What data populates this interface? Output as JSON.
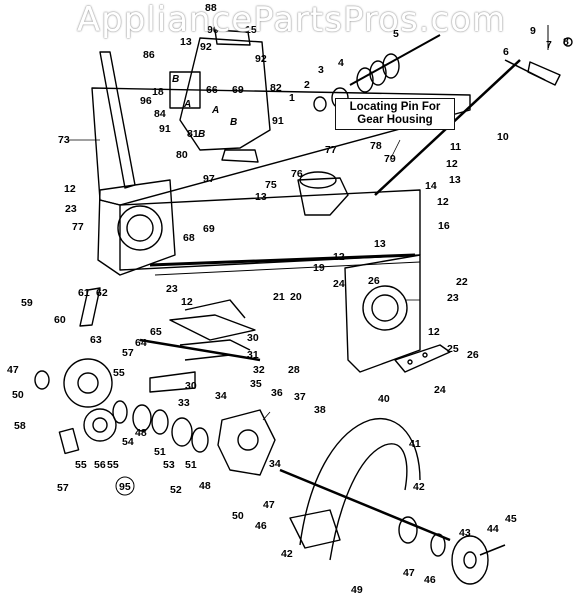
{
  "watermark": "AppliancePartsPros.com",
  "callout": {
    "line1": "Locating Pin For",
    "line2": "Gear Housing"
  },
  "part_labels": [
    {
      "id": "88",
      "text": "88"
    },
    {
      "id": "13a",
      "text": "13"
    },
    {
      "id": "90",
      "text": "90"
    },
    {
      "id": "15",
      "text": "15"
    },
    {
      "id": "92a",
      "text": "92"
    },
    {
      "id": "92b",
      "text": "92"
    },
    {
      "id": "86",
      "text": "86"
    },
    {
      "id": "18",
      "text": "18"
    },
    {
      "id": "96",
      "text": "96"
    },
    {
      "id": "84",
      "text": "84"
    },
    {
      "id": "66",
      "text": "66"
    },
    {
      "id": "69",
      "text": "69"
    },
    {
      "id": "82",
      "text": "82"
    },
    {
      "id": "91a",
      "text": "91"
    },
    {
      "id": "91b",
      "text": "91"
    },
    {
      "id": "80",
      "text": "80"
    },
    {
      "id": "97",
      "text": "97"
    },
    {
      "id": "B1",
      "text": "B"
    },
    {
      "id": "B2",
      "text": "B"
    },
    {
      "id": "B3",
      "text": "B"
    },
    {
      "id": "A1",
      "text": "A"
    },
    {
      "id": "A2",
      "text": "A"
    },
    {
      "id": "81",
      "text": "81"
    },
    {
      "id": "1",
      "text": "1"
    },
    {
      "id": "2",
      "text": "2"
    },
    {
      "id": "3",
      "text": "3"
    },
    {
      "id": "4",
      "text": "4"
    },
    {
      "id": "5",
      "text": "5"
    },
    {
      "id": "9",
      "text": "9"
    },
    {
      "id": "7",
      "text": "7"
    },
    {
      "id": "8",
      "text": "8"
    },
    {
      "id": "6",
      "text": "6"
    },
    {
      "id": "10",
      "text": "10"
    },
    {
      "id": "11",
      "text": "11"
    },
    {
      "id": "12a",
      "text": "12"
    },
    {
      "id": "13b",
      "text": "13"
    },
    {
      "id": "12b",
      "text": "12"
    },
    {
      "id": "78",
      "text": "78"
    },
    {
      "id": "79",
      "text": "79"
    },
    {
      "id": "14",
      "text": "14"
    },
    {
      "id": "77a",
      "text": "77"
    },
    {
      "id": "73",
      "text": "73"
    },
    {
      "id": "12c",
      "text": "12"
    },
    {
      "id": "23a",
      "text": "23"
    },
    {
      "id": "77b",
      "text": "77"
    },
    {
      "id": "75",
      "text": "75"
    },
    {
      "id": "76",
      "text": "76"
    },
    {
      "id": "13c",
      "text": "13"
    },
    {
      "id": "16",
      "text": "16"
    },
    {
      "id": "13d",
      "text": "13"
    },
    {
      "id": "68",
      "text": "68"
    },
    {
      "id": "69b",
      "text": "69"
    },
    {
      "id": "19",
      "text": "19"
    },
    {
      "id": "12d",
      "text": "12"
    },
    {
      "id": "26a",
      "text": "26"
    },
    {
      "id": "22",
      "text": "22"
    },
    {
      "id": "24a",
      "text": "24"
    },
    {
      "id": "21",
      "text": "21"
    },
    {
      "id": "20",
      "text": "20"
    },
    {
      "id": "23b",
      "text": "23"
    },
    {
      "id": "12e",
      "text": "12"
    },
    {
      "id": "23c",
      "text": "23"
    },
    {
      "id": "12f",
      "text": "12"
    },
    {
      "id": "59",
      "text": "59"
    },
    {
      "id": "61",
      "text": "61"
    },
    {
      "id": "62",
      "text": "62"
    },
    {
      "id": "60",
      "text": "60"
    },
    {
      "id": "63",
      "text": "63"
    },
    {
      "id": "65",
      "text": "65"
    },
    {
      "id": "64",
      "text": "64"
    },
    {
      "id": "57a",
      "text": "57"
    },
    {
      "id": "30a",
      "text": "30"
    },
    {
      "id": "31",
      "text": "31"
    },
    {
      "id": "25",
      "text": "25"
    },
    {
      "id": "26b",
      "text": "26"
    },
    {
      "id": "28",
      "text": "28"
    },
    {
      "id": "32",
      "text": "32"
    },
    {
      "id": "24b",
      "text": "24"
    },
    {
      "id": "47a",
      "text": "47"
    },
    {
      "id": "55a",
      "text": "55"
    },
    {
      "id": "30b",
      "text": "30"
    },
    {
      "id": "35",
      "text": "35"
    },
    {
      "id": "50a",
      "text": "50"
    },
    {
      "id": "33",
      "text": "33"
    },
    {
      "id": "58",
      "text": "58"
    },
    {
      "id": "34a",
      "text": "34"
    },
    {
      "id": "36",
      "text": "36"
    },
    {
      "id": "37",
      "text": "37"
    },
    {
      "id": "38",
      "text": "38"
    },
    {
      "id": "40",
      "text": "40"
    },
    {
      "id": "54",
      "text": "54"
    },
    {
      "id": "48a",
      "text": "48"
    },
    {
      "id": "51a",
      "text": "51"
    },
    {
      "id": "55b",
      "text": "55"
    },
    {
      "id": "56",
      "text": "56"
    },
    {
      "id": "55c",
      "text": "55"
    },
    {
      "id": "53",
      "text": "53"
    },
    {
      "id": "51b",
      "text": "51"
    },
    {
      "id": "48b",
      "text": "48"
    },
    {
      "id": "52",
      "text": "52"
    },
    {
      "id": "95",
      "text": "95"
    },
    {
      "id": "57b",
      "text": "57"
    },
    {
      "id": "34b",
      "text": "34"
    },
    {
      "id": "41",
      "text": "41"
    },
    {
      "id": "50b",
      "text": "50"
    },
    {
      "id": "47b",
      "text": "47"
    },
    {
      "id": "46a",
      "text": "46"
    },
    {
      "id": "42a",
      "text": "42"
    },
    {
      "id": "44",
      "text": "44"
    },
    {
      "id": "45",
      "text": "45"
    },
    {
      "id": "43",
      "text": "43"
    },
    {
      "id": "42b",
      "text": "42"
    },
    {
      "id": "49",
      "text": "49"
    },
    {
      "id": "47c",
      "text": "47"
    },
    {
      "id": "46b",
      "text": "46"
    }
  ]
}
